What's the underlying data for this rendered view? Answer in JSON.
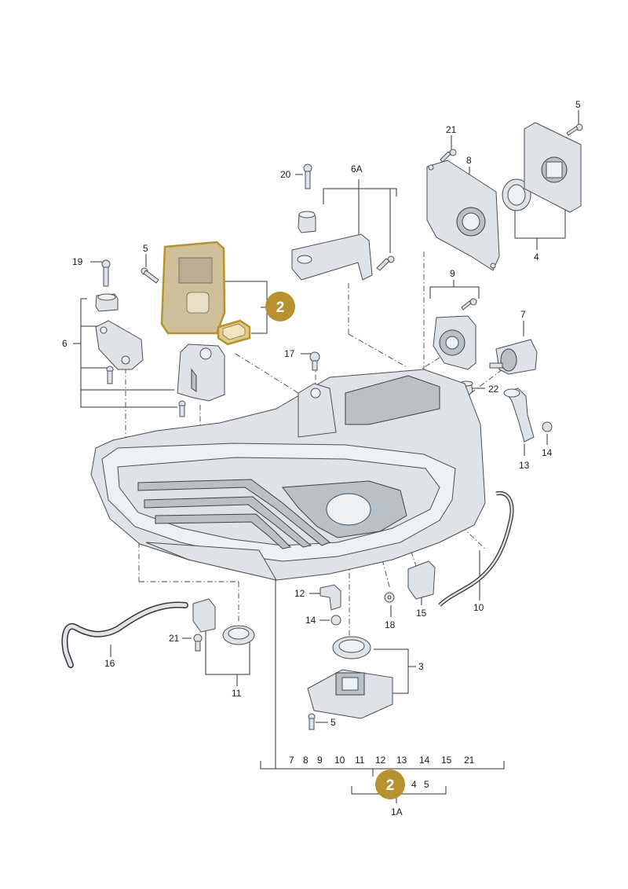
{
  "labels": {
    "l1A": "1A",
    "l2a": "2",
    "l2b": "2",
    "l3": "3",
    "l4": "4",
    "l5a": "5",
    "l5b": "5",
    "l5c": "5",
    "l6": "6",
    "l6A": "6A",
    "l7": "7",
    "l8": "8",
    "l9": "9",
    "l10": "10",
    "l11": "11",
    "l12": "12",
    "l13": "13",
    "l14a": "14",
    "l14b": "14",
    "l15": "15",
    "l16": "16",
    "l17": "17",
    "l18": "18",
    "l19": "19",
    "l20": "20",
    "l21a": "21",
    "l21b": "21",
    "l22": "22"
  },
  "legend_row": [
    "7",
    "8",
    "9",
    "10",
    "11",
    "12",
    "13",
    "14",
    "15",
    "21"
  ],
  "legend_row2": [
    "4",
    "5"
  ],
  "colors": {
    "highlight": "#b8922e",
    "badge": "#b8922e",
    "part_fill": "#dde3e8",
    "line": "#333333"
  }
}
